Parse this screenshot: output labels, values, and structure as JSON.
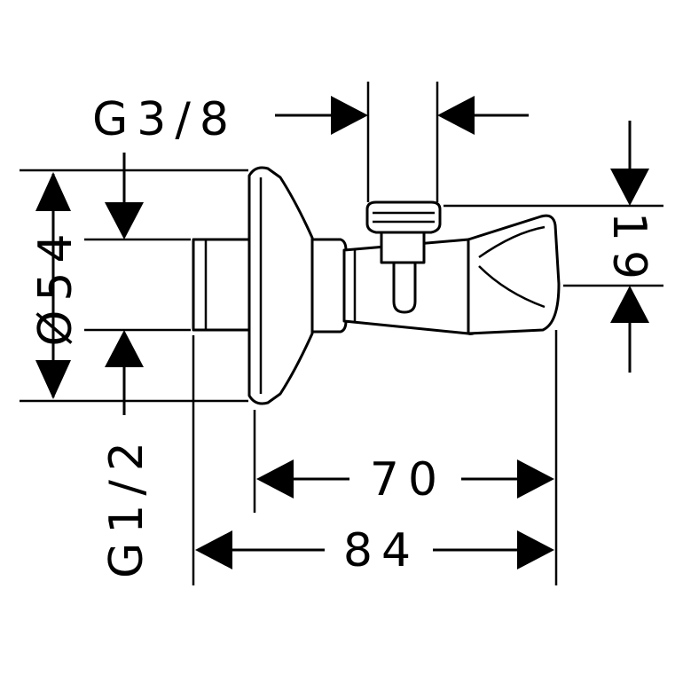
{
  "dimensions": {
    "top_thread": "G3/8",
    "bottom_thread": "G1/2",
    "diameter": "Ø54",
    "height_offset": "19",
    "length_body": "70",
    "length_total": "84"
  },
  "colors": {
    "line": "#000000",
    "background": "#ffffff"
  }
}
